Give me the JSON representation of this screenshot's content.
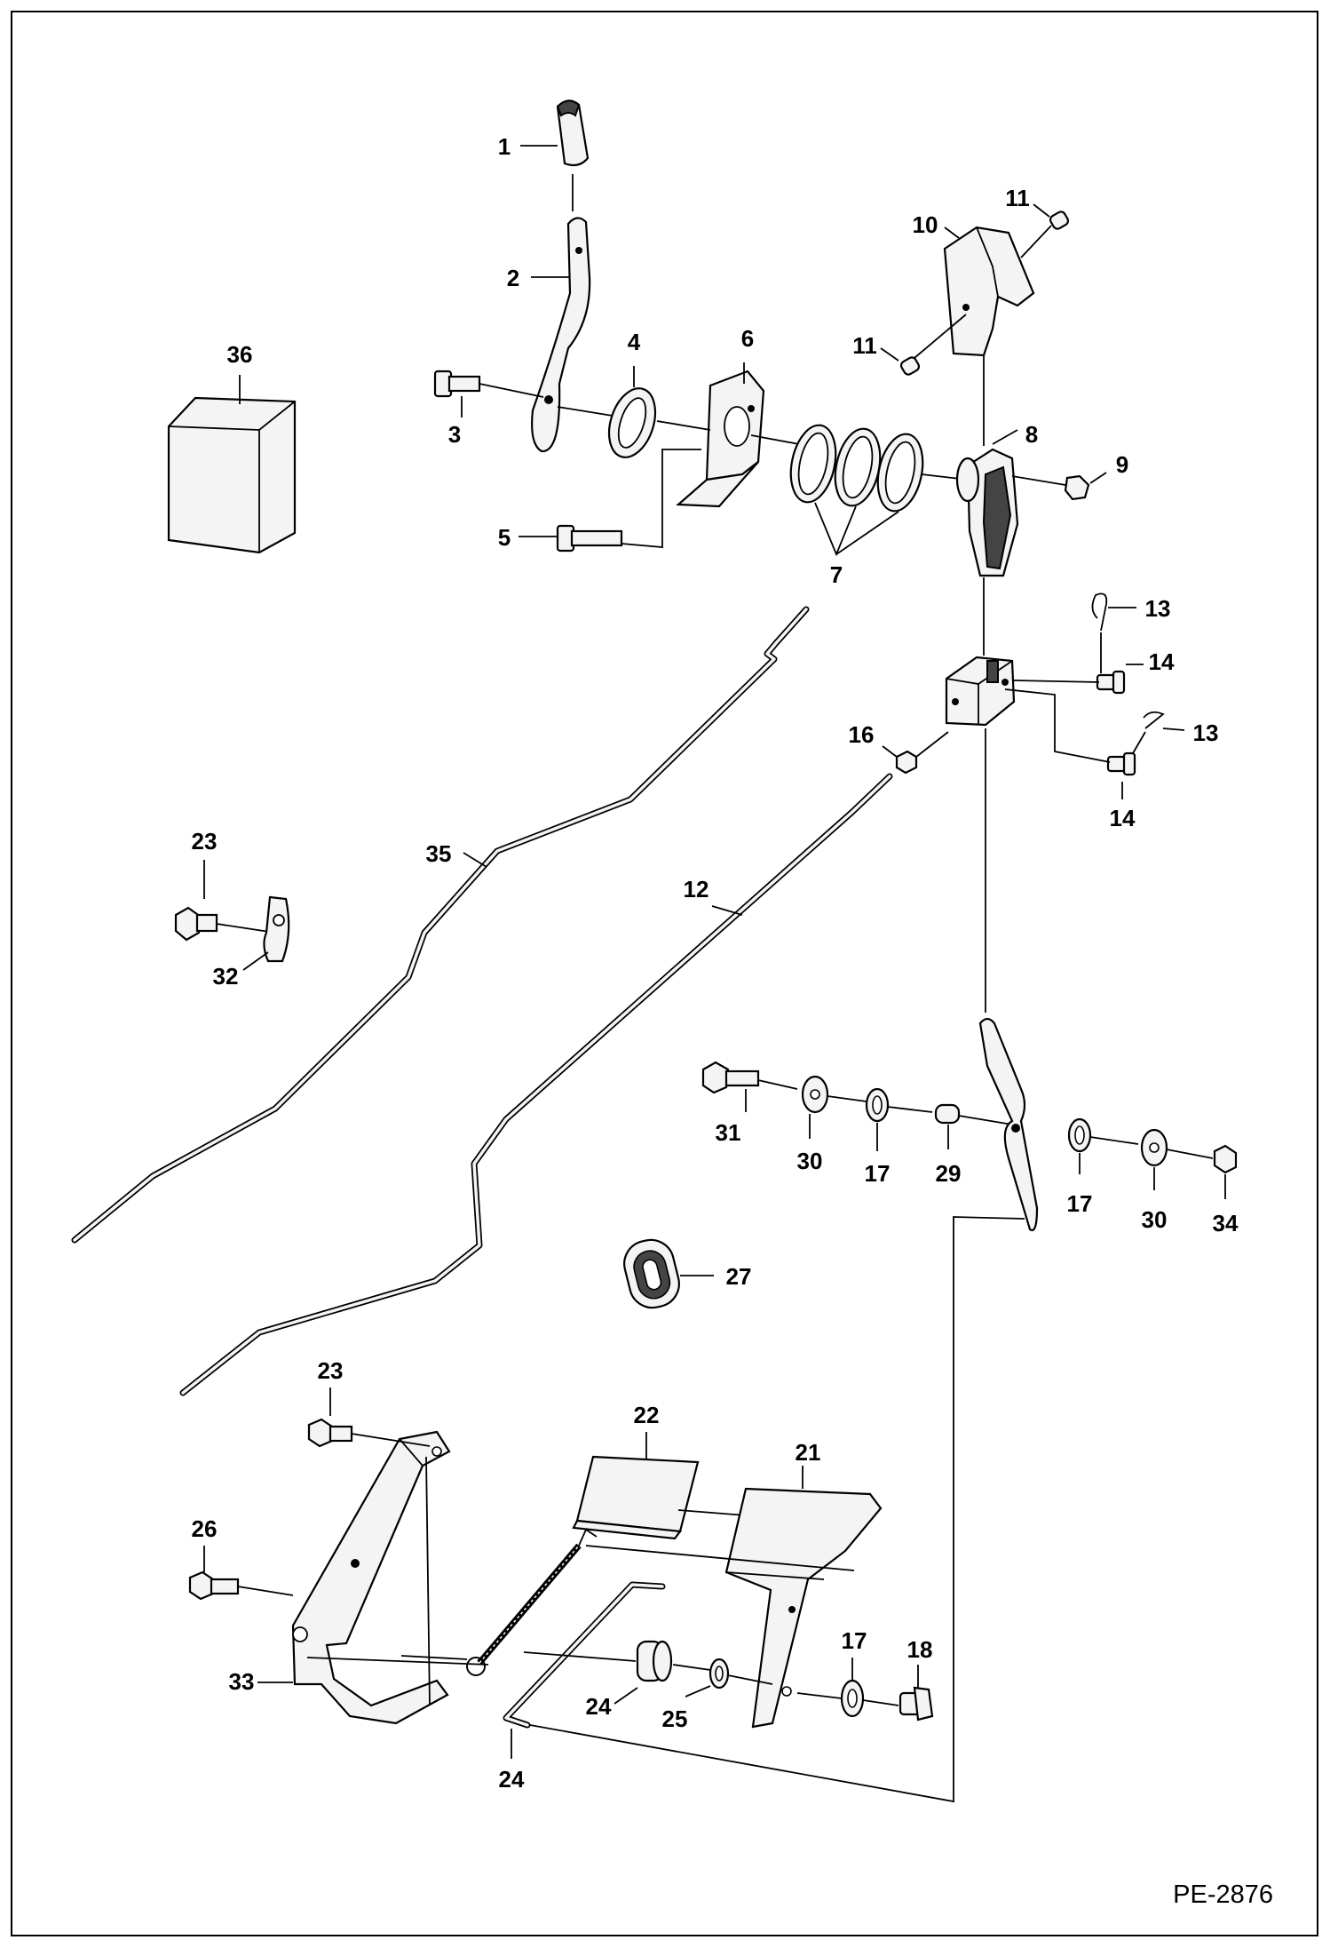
{
  "figure_code": "PE-2876",
  "callouts": {
    "c1": "1",
    "c2": "2",
    "c3": "3",
    "c4": "4",
    "c5": "5",
    "c6": "6",
    "c7": "7",
    "c8": "8",
    "c9": "9",
    "c10": "10",
    "c11a": "11",
    "c11b": "11",
    "c12": "12",
    "c13a": "13",
    "c13b": "13",
    "c14a": "14",
    "c14b": "14",
    "c16": "16",
    "c17a": "17",
    "c17b": "17",
    "c17c": "17",
    "c18": "18",
    "c21": "21",
    "c22": "22",
    "c23a": "23",
    "c23b": "23",
    "c24a": "24",
    "c24b": "24",
    "c25": "25",
    "c26": "26",
    "c27": "27",
    "c29": "29",
    "c30a": "30",
    "c30b": "30",
    "c31": "31",
    "c32": "32",
    "c33": "33",
    "c34": "34",
    "c35": "35",
    "c36": "36"
  }
}
